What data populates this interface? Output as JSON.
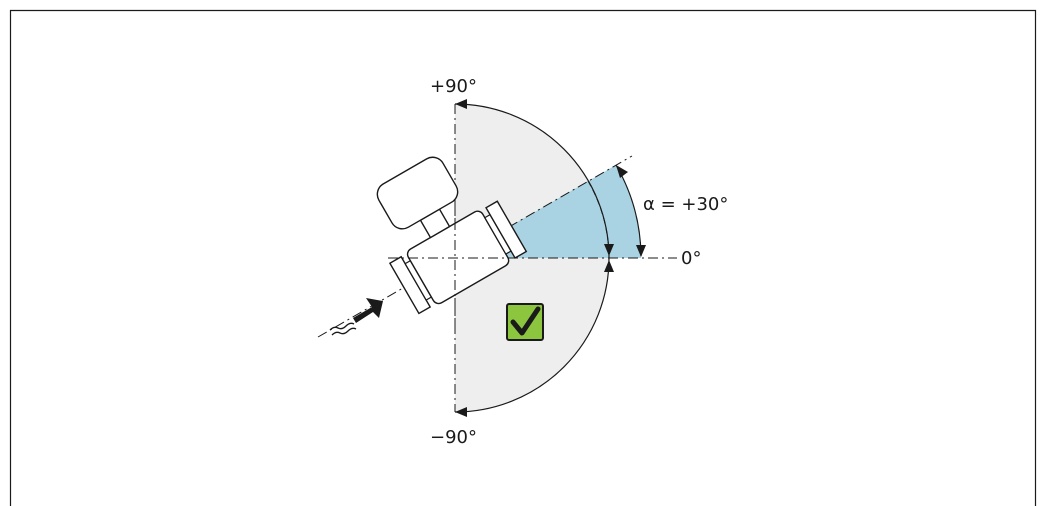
{
  "labels": {
    "plus_90": "+90°",
    "minus_90": "−90°",
    "zero": "0°",
    "alpha": "α = +30°"
  },
  "angles": {
    "permitted_range_deg": [
      -90,
      90
    ],
    "tilt_alpha_deg": 30
  },
  "colors": {
    "permitted_zone": "#eeeeee",
    "alpha_zone": "#a9d3e3",
    "check_box": "#8cc63f",
    "outline": "#1a1a1a"
  },
  "icons": {
    "approved": "checkmark-icon",
    "flow": "flow-arrow-icon"
  }
}
